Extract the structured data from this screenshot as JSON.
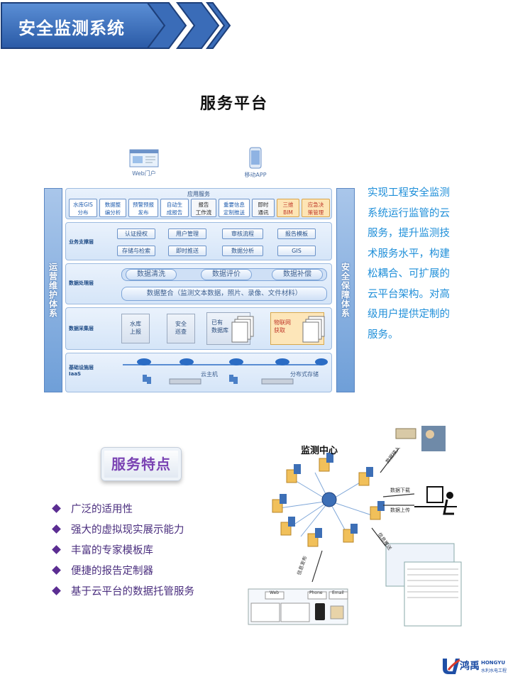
{
  "header": {
    "title": "安全监测系统",
    "color": "#3b6bb5"
  },
  "platform": {
    "title": "服务平台",
    "top_icons": [
      "Web门户",
      "移动APP"
    ],
    "side_left": "运营维护体系",
    "side_right": "安全保障体系",
    "app_layer": {
      "title": "应用服务",
      "cells": [
        {
          "label": "水库GIS\n分布",
          "style": "blue"
        },
        {
          "label": "数据整\n编分析",
          "style": "blue"
        },
        {
          "label": "预警预报\n发布",
          "style": "blue"
        },
        {
          "label": "自动生\n成报告",
          "style": "blue"
        },
        {
          "label": "报告\n工作流",
          "style": "gray"
        },
        {
          "label": "重要信息\n定制推送",
          "style": "blue"
        },
        {
          "label": "即时\n通讯",
          "style": "gray"
        },
        {
          "label": "三维\nBIM",
          "style": "orange"
        },
        {
          "label": "应急决\n策管理",
          "style": "orange"
        }
      ]
    },
    "support_layer": {
      "label": "业务支撑层",
      "buttons": [
        "认证授权",
        "用户管理",
        "审核流程",
        "报告模板",
        "存储与检索",
        "即时推送",
        "数据分析",
        "GIS"
      ]
    },
    "process_layer": {
      "label": "数据处理层",
      "pills": [
        "数据清洗",
        "数据评价",
        "数据补偿"
      ],
      "integration": "数据整合（监测文本数据，照片、录像、文件材料）"
    },
    "collect_layer": {
      "label": "数据采集层",
      "cards": [
        {
          "label": "水库\n上报",
          "style": "blue"
        },
        {
          "label": "安全\n巡查",
          "style": "blue"
        },
        {
          "label": "已有\n数据库",
          "style": "blue"
        },
        {
          "label": "物联网\n获取",
          "style": "orange"
        }
      ]
    },
    "infra_layer": {
      "label": "基础设施层\nIaaS",
      "items": [
        "云主机",
        "分布式存储"
      ]
    }
  },
  "intro": {
    "text": "实现工程安全监测系统运行监管的云服务，提升监测技术服务水平，构建松耦合、可扩展的云平台架构。对高级用户提供定制的服务。",
    "color": "#1f8fd9"
  },
  "features": {
    "button": "服务特点",
    "items": [
      "广泛的适用性",
      "强大的虚拟现实展示能力",
      "丰富的专家模板库",
      "便捷的报告定制器",
      "基于云平台的数据托管服务"
    ],
    "color": "#4a2e7e"
  },
  "network": {
    "center_label": "监测中心",
    "arrow_labels": [
      "数据接入",
      "数据下载",
      "数据上传",
      "信息推送",
      "信息发布"
    ],
    "channels": [
      "Web",
      "Phone",
      "Email"
    ]
  },
  "logo": {
    "brand": "鸿禹",
    "brand_latin": "HONGYU",
    "tagline": "水利水电工程"
  }
}
